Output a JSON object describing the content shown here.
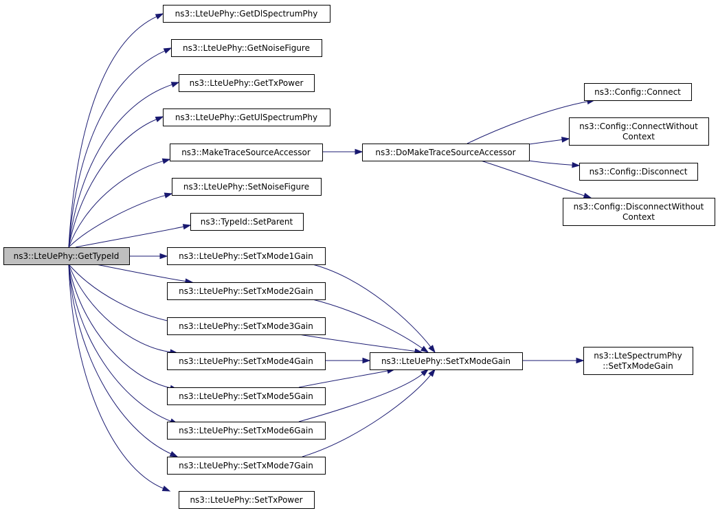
{
  "nodes": {
    "gettypeid": {
      "lines": [
        "ns3::LteUePhy::GetTypeId"
      ]
    },
    "getdlspectrumphy": {
      "lines": [
        "ns3::LteUePhy::GetDlSpectrumPhy"
      ]
    },
    "getnoisefigure": {
      "lines": [
        "ns3::LteUePhy::GetNoiseFigure"
      ]
    },
    "gettxpower": {
      "lines": [
        "ns3::LteUePhy::GetTxPower"
      ]
    },
    "getulspectrumphy": {
      "lines": [
        "ns3::LteUePhy::GetUlSpectrumPhy"
      ]
    },
    "maketracesourceaccessor": {
      "lines": [
        "ns3::MakeTraceSourceAccessor"
      ]
    },
    "setnoisefigure": {
      "lines": [
        "ns3::LteUePhy::SetNoiseFigure"
      ]
    },
    "setparent": {
      "lines": [
        "ns3::TypeId::SetParent"
      ]
    },
    "settxmode1gain": {
      "lines": [
        "ns3::LteUePhy::SetTxMode1Gain"
      ]
    },
    "settxmode2gain": {
      "lines": [
        "ns3::LteUePhy::SetTxMode2Gain"
      ]
    },
    "settxmode3gain": {
      "lines": [
        "ns3::LteUePhy::SetTxMode3Gain"
      ]
    },
    "settxmode4gain": {
      "lines": [
        "ns3::LteUePhy::SetTxMode4Gain"
      ]
    },
    "settxmode5gain": {
      "lines": [
        "ns3::LteUePhy::SetTxMode5Gain"
      ]
    },
    "settxmode6gain": {
      "lines": [
        "ns3::LteUePhy::SetTxMode6Gain"
      ]
    },
    "settxmode7gain": {
      "lines": [
        "ns3::LteUePhy::SetTxMode7Gain"
      ]
    },
    "settxpower": {
      "lines": [
        "ns3::LteUePhy::SetTxPower"
      ]
    },
    "domaketracesourceaccessor": {
      "lines": [
        "ns3::DoMakeTraceSourceAccessor"
      ]
    },
    "config-connect": {
      "lines": [
        "ns3::Config::Connect"
      ]
    },
    "config-connectwithoutcontext": {
      "lines": [
        "ns3::Config::ConnectWithout",
        "Context"
      ]
    },
    "config-disconnect": {
      "lines": [
        "ns3::Config::Disconnect"
      ]
    },
    "config-disconnectwithoutcontext": {
      "lines": [
        "ns3::Config::DisconnectWithout",
        "Context"
      ]
    },
    "settxmodegain": {
      "lines": [
        "ns3::LteUePhy::SetTxModeGain"
      ]
    },
    "ltespectrumphy-settxmodegain": {
      "lines": [
        "ns3::LteSpectrumPhy",
        "::SetTxModeGain"
      ]
    }
  },
  "edges": [
    [
      "gettypeid",
      "getdlspectrumphy"
    ],
    [
      "gettypeid",
      "getnoisefigure"
    ],
    [
      "gettypeid",
      "gettxpower"
    ],
    [
      "gettypeid",
      "getulspectrumphy"
    ],
    [
      "gettypeid",
      "maketracesourceaccessor"
    ],
    [
      "gettypeid",
      "setnoisefigure"
    ],
    [
      "gettypeid",
      "setparent"
    ],
    [
      "gettypeid",
      "settxmode1gain"
    ],
    [
      "gettypeid",
      "settxmode2gain"
    ],
    [
      "gettypeid",
      "settxmode3gain"
    ],
    [
      "gettypeid",
      "settxmode4gain"
    ],
    [
      "gettypeid",
      "settxmode5gain"
    ],
    [
      "gettypeid",
      "settxmode6gain"
    ],
    [
      "gettypeid",
      "settxmode7gain"
    ],
    [
      "gettypeid",
      "settxpower"
    ],
    [
      "maketracesourceaccessor",
      "domaketracesourceaccessor"
    ],
    [
      "domaketracesourceaccessor",
      "config-connect"
    ],
    [
      "domaketracesourceaccessor",
      "config-connectwithoutcontext"
    ],
    [
      "domaketracesourceaccessor",
      "config-disconnect"
    ],
    [
      "domaketracesourceaccessor",
      "config-disconnectwithoutcontext"
    ],
    [
      "settxmode1gain",
      "settxmodegain"
    ],
    [
      "settxmode2gain",
      "settxmodegain"
    ],
    [
      "settxmode3gain",
      "settxmodegain"
    ],
    [
      "settxmode4gain",
      "settxmodegain"
    ],
    [
      "settxmode5gain",
      "settxmodegain"
    ],
    [
      "settxmode6gain",
      "settxmodegain"
    ],
    [
      "settxmode7gain",
      "settxmodegain"
    ],
    [
      "settxmodegain",
      "ltespectrumphy-settxmodegain"
    ]
  ],
  "colors": {
    "edge": "#191970",
    "root_fill": "#bfbfbf",
    "node_fill": "#ffffff",
    "node_border": "#000000"
  }
}
